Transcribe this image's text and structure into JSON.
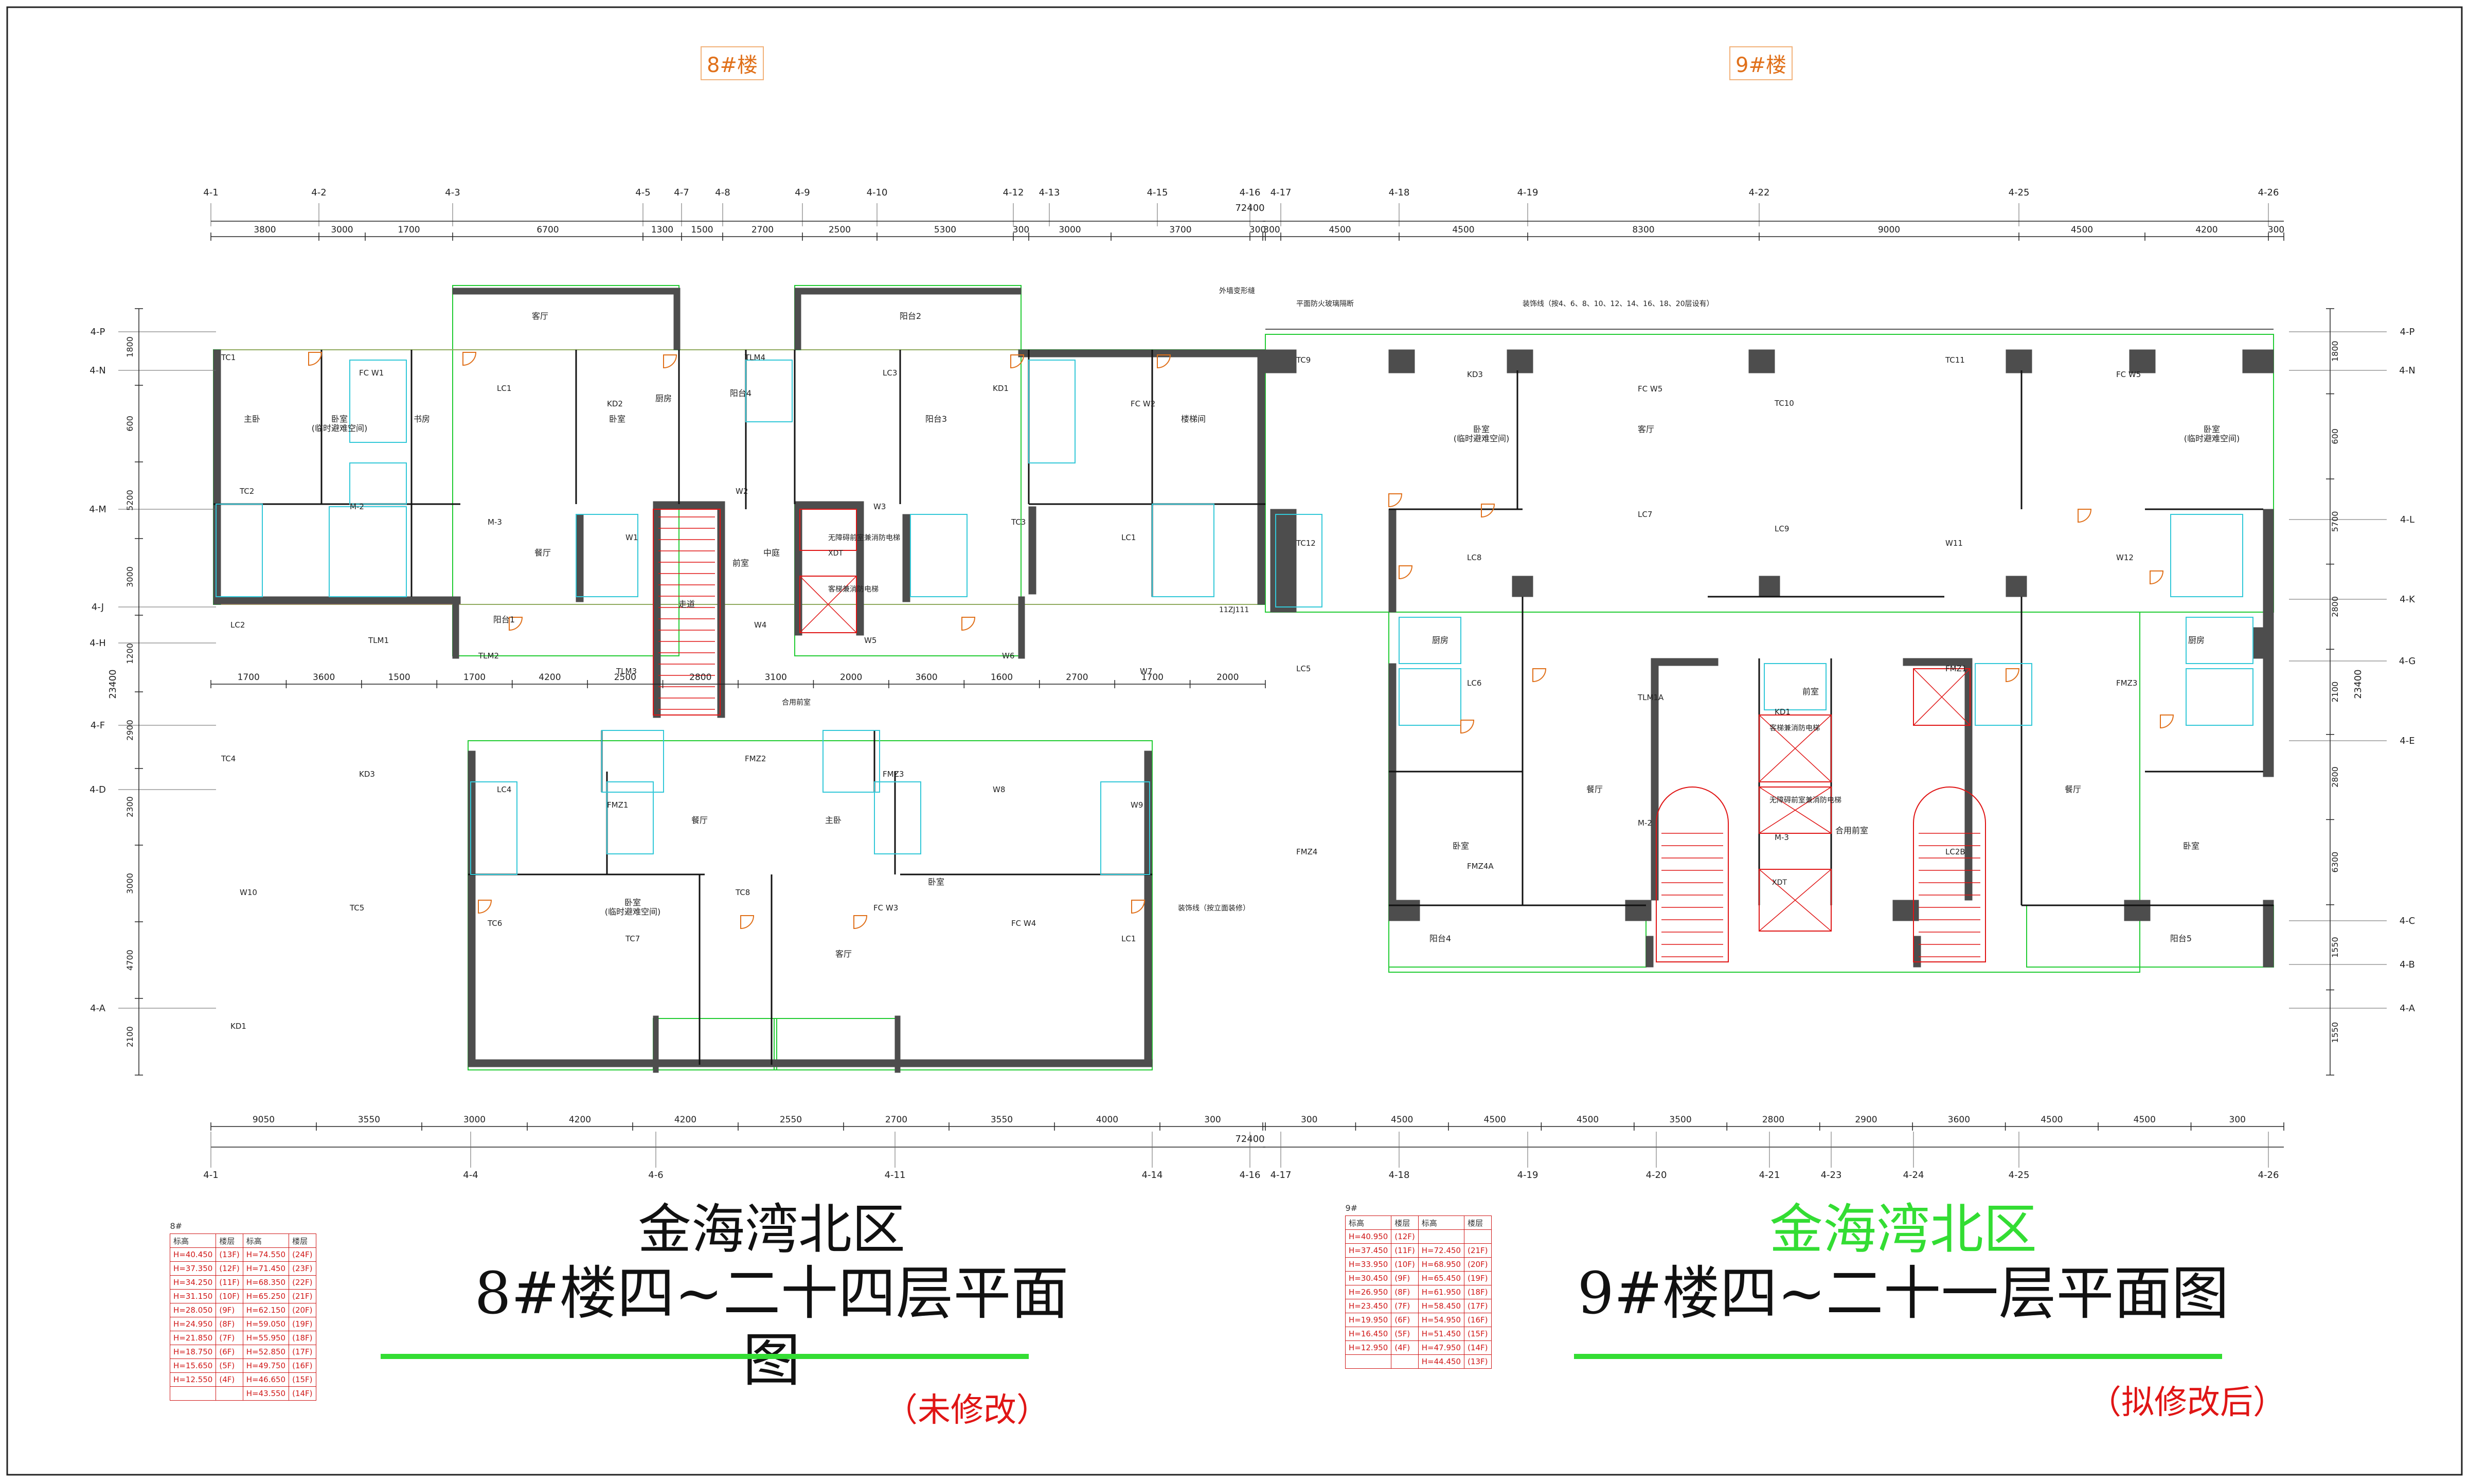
{
  "drawing": {
    "building8_tag": "8#楼",
    "building9_tag": "9#楼",
    "overall_dim": "72400",
    "left_plan": {
      "title_line1": "金海湾北区",
      "title_line2": "8#楼四~二十四层平面图",
      "status": "（未修改）",
      "top_axes": [
        "4-1",
        "4-2",
        "4-3",
        "4-5",
        "4-7",
        "4-8",
        "4-9",
        "4-10",
        "4-12",
        "4-13",
        "4-15",
        "4-16"
      ],
      "bottom_axes": [
        "4-1",
        "4-4",
        "4-6",
        "4-11",
        "4-14",
        "4-16"
      ],
      "top_dims": [
        "3800",
        "3000",
        "1700",
        "6700",
        "1300",
        "1500",
        "2700",
        "2500",
        "5300",
        "300",
        "3000",
        "3700",
        "300"
      ],
      "mid_dims": [
        "1700",
        "3600",
        "1500",
        "1700",
        "4200",
        "2500",
        "2800",
        "3100",
        "2000",
        "3600",
        "1600",
        "2700",
        "1700",
        "2000"
      ],
      "bottom_dims": [
        "9050",
        "3550",
        "3000",
        "4200",
        "4200",
        "2550",
        "2700",
        "3550",
        "4000",
        "300"
      ],
      "left_axes": [
        "4-P",
        "4-N",
        "4-M",
        "4-J",
        "4-H",
        "4-F",
        "4-D",
        "4-A"
      ],
      "left_dims": [
        "1800",
        "600",
        "5200",
        "3000",
        "1200",
        "2900",
        "2300",
        "3000",
        "4700",
        "2100"
      ],
      "overall_depth": "23400",
      "rooms": [
        "主卧",
        "卧室\n(临时避难空间)",
        "书房",
        "卧室",
        "厨房",
        "客厅",
        "餐厅",
        "阳台1",
        "阳台2",
        "阳台3",
        "阳台4",
        "中庭",
        "前室",
        "走道",
        "楼梯间",
        "主卧",
        "卧室",
        "客厅",
        "餐厅",
        "卧室\n(临时避难空间)"
      ],
      "labels": [
        "TC1",
        "FC W1",
        "LC1",
        "KD2",
        "TLM4",
        "LC3",
        "KD1",
        "FC W2",
        "TC2",
        "M-2",
        "M-3",
        "W1",
        "W2",
        "W3",
        "TC3",
        "LC1",
        "LC2",
        "TLM1",
        "TLM2",
        "TLM3",
        "W4",
        "W5",
        "W6",
        "W7",
        "TC4",
        "KD3",
        "LC4",
        "FMZ1",
        "FMZ2",
        "FMZ3",
        "W8",
        "W9",
        "W10",
        "TC5",
        "TC6",
        "TC7",
        "TC8",
        "FC W3",
        "FC W4",
        "LC1",
        "KD1"
      ],
      "notes": [
        "外墙变形缝",
        "11ZJ111",
        "无障碍前室兼消防电梯",
        "客梯兼消防电梯",
        "XDT",
        "装饰线（按立面装修）",
        "合用前室"
      ]
    },
    "right_plan": {
      "title_line1": "金海湾北区",
      "title_line2": "9#楼四~二十一层平面图",
      "status": "（拟修改后）",
      "top_axes": [
        "4-17",
        "4-18",
        "4-19",
        "4-22",
        "4-25",
        "4-26"
      ],
      "bottom_axes": [
        "4-17",
        "4-18",
        "4-19",
        "4-20",
        "4-21",
        "4-23",
        "4-24",
        "4-25",
        "4-26"
      ],
      "top_dims": [
        "300",
        "4500",
        "4500",
        "8300",
        "9000",
        "4500",
        "4200",
        "300"
      ],
      "bottom_dims": [
        "300",
        "4500",
        "4500",
        "4500",
        "3500",
        "2800",
        "2900",
        "3600",
        "4500",
        "4500",
        "300"
      ],
      "right_axes": [
        "4-P",
        "4-N",
        "4-L",
        "4-K",
        "4-G",
        "4-E",
        "4-C",
        "4-B",
        "4-A"
      ],
      "right_dims": [
        "1800",
        "600",
        "5700",
        "2800",
        "2100",
        "2800",
        "6300",
        "1550",
        "1550"
      ],
      "overall_depth": "23400",
      "rooms": [
        "卧室\n(临时避难空间)",
        "客厅",
        "餐厅",
        "卧室",
        "厨房",
        "阳台4",
        "阳台5",
        "卧室\n(临时避难空间)",
        "餐厅",
        "卧室",
        "厨房",
        "合用前室",
        "前室"
      ],
      "labels": [
        "TC9",
        "KD3",
        "FC W5",
        "TC10",
        "TC11",
        "FC W5",
        "TC12",
        "LC8",
        "LC7",
        "LC9",
        "W11",
        "W12",
        "LC5",
        "LC6",
        "TLM1A",
        "KD1",
        "FMZ1",
        "FMZ3",
        "FMZ4",
        "FMZ4A",
        "M-2",
        "M-3",
        "LC2B"
      ],
      "notes": [
        "装饰线（按4、6、8、10、12、14、16、18、20层设有）",
        "平面防火玻璃隔断",
        "客梯兼消防电梯",
        "无障碍前室兼消防电梯",
        "XDT"
      ]
    },
    "table8": {
      "caption": "8#",
      "header": [
        "标高",
        "楼层",
        "标高",
        "楼层"
      ],
      "rows": [
        [
          "H=40.450",
          "(13F)",
          "H=74.550",
          "(24F)"
        ],
        [
          "H=37.350",
          "(12F)",
          "H=71.450",
          "(23F)"
        ],
        [
          "H=34.250",
          "(11F)",
          "H=68.350",
          "(22F)"
        ],
        [
          "H=31.150",
          "(10F)",
          "H=65.250",
          "(21F)"
        ],
        [
          "H=28.050",
          "(9F)",
          "H=62.150",
          "(20F)"
        ],
        [
          "H=24.950",
          "(8F)",
          "H=59.050",
          "(19F)"
        ],
        [
          "H=21.850",
          "(7F)",
          "H=55.950",
          "(18F)"
        ],
        [
          "H=18.750",
          "(6F)",
          "H=52.850",
          "(17F)"
        ],
        [
          "H=15.650",
          "(5F)",
          "H=49.750",
          "(16F)"
        ],
        [
          "H=12.550",
          "(4F)",
          "H=46.650",
          "(15F)"
        ],
        [
          "",
          "",
          "H=43.550",
          "(14F)"
        ]
      ]
    },
    "table9": {
      "caption": "9#",
      "header": [
        "标高",
        "楼层",
        "标高",
        "楼层"
      ],
      "rows": [
        [
          "H=40.950",
          "(12F)",
          "",
          ""
        ],
        [
          "H=37.450",
          "(11F)",
          "H=72.450",
          "(21F)"
        ],
        [
          "H=33.950",
          "(10F)",
          "H=68.950",
          "(20F)"
        ],
        [
          "H=30.450",
          "(9F)",
          "H=65.450",
          "(19F)"
        ],
        [
          "H=26.950",
          "(8F)",
          "H=61.950",
          "(18F)"
        ],
        [
          "H=23.450",
          "(7F)",
          "H=58.450",
          "(17F)"
        ],
        [
          "H=19.950",
          "(6F)",
          "H=54.950",
          "(16F)"
        ],
        [
          "H=16.450",
          "(5F)",
          "H=51.450",
          "(15F)"
        ],
        [
          "H=12.950",
          "(4F)",
          "H=47.950",
          "(14F)"
        ],
        [
          "",
          "",
          "H=44.450",
          "(13F)"
        ]
      ]
    },
    "colors": {
      "wall": "#111111",
      "concrete": "#4d4d4d",
      "green_line": "#22cc33",
      "cyan_line": "#33c8d8",
      "red_line": "#e01515",
      "orange": "#e0701a",
      "dim_line": "#222222",
      "title_left": "#111111",
      "title_right": "#33dd33"
    }
  }
}
